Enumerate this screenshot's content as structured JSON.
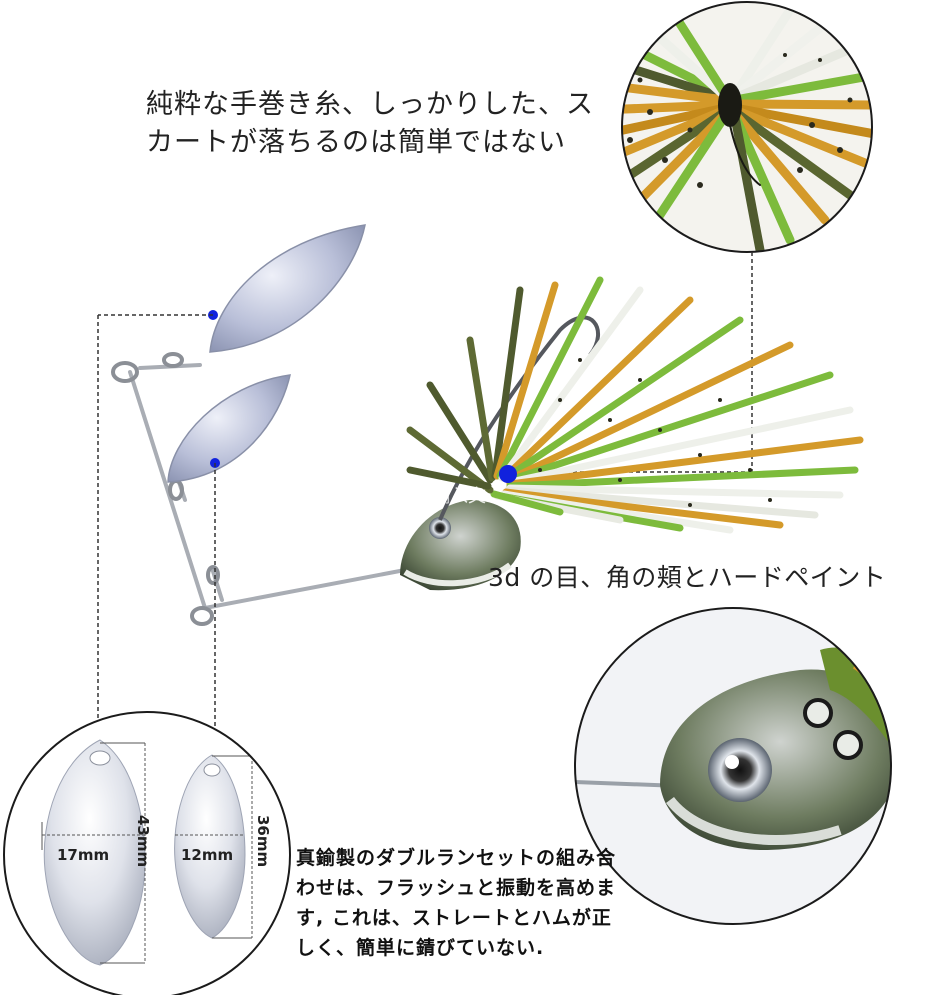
{
  "captions": {
    "thread_line1": "純粋な手巻き糸、しっかりした、ス",
    "thread_line2": "カートが落ちるのは簡単ではない",
    "head_features": "3d の目、角の頬とハードペイント",
    "blades_line1": "真鍮製のダブルランセットの組み合",
    "blades_line2": "わせは、フラッシュと振動を高めま",
    "blades_line3": "す, これは、ストレートとハムが正",
    "blades_line4": "しく、簡単に錆びていない."
  },
  "watermark": "輸入文",
  "dimensions": {
    "large_blade_width": "17mm",
    "large_blade_length": "43mm",
    "small_blade_width": "12mm",
    "small_blade_length": "36mm"
  },
  "colors": {
    "skirt_green": "#7dbb3c",
    "skirt_orange": "#d49a2a",
    "skirt_white": "#eef0ea",
    "skirt_dark": "#4f5a2e",
    "blade": "#b8bfd6",
    "marker": "#1122dd"
  }
}
